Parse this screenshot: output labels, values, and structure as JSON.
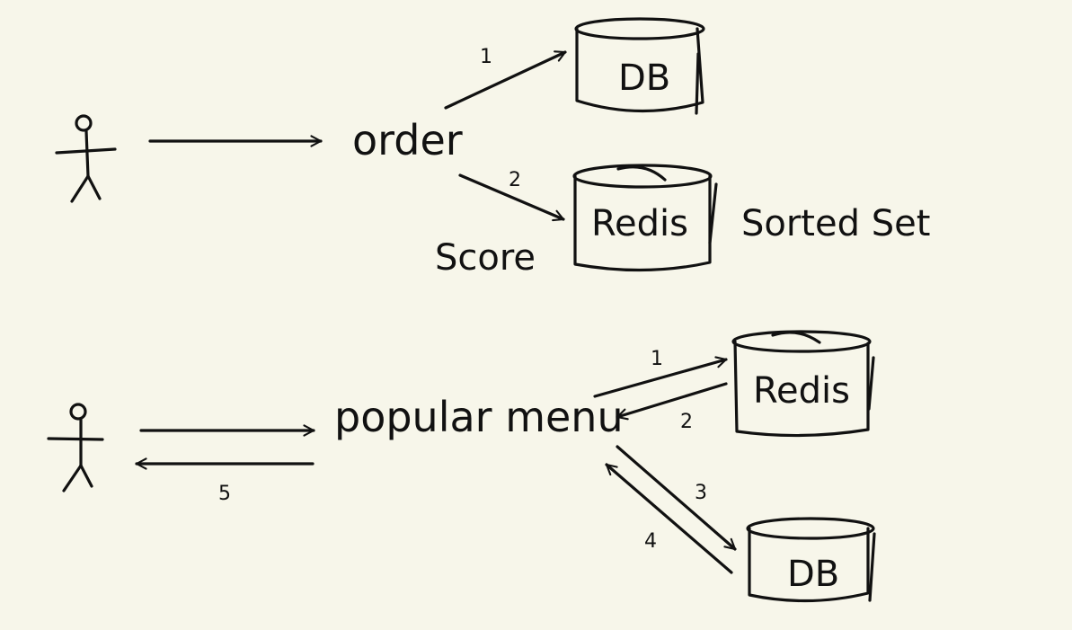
{
  "colors": {
    "background": "#f7f6ea",
    "ink": "#111111"
  },
  "top": {
    "action": "order",
    "db": "DB",
    "redis": "Redis",
    "redis_note": "Sorted Set",
    "score_label": "Score",
    "step_db": "1",
    "step_redis": "2"
  },
  "bottom": {
    "action": "popular menu",
    "redis": "Redis",
    "db": "DB",
    "step_to_redis": "1",
    "step_from_redis": "2",
    "step_to_db": "3",
    "step_from_db": "4",
    "step_return": "5"
  }
}
